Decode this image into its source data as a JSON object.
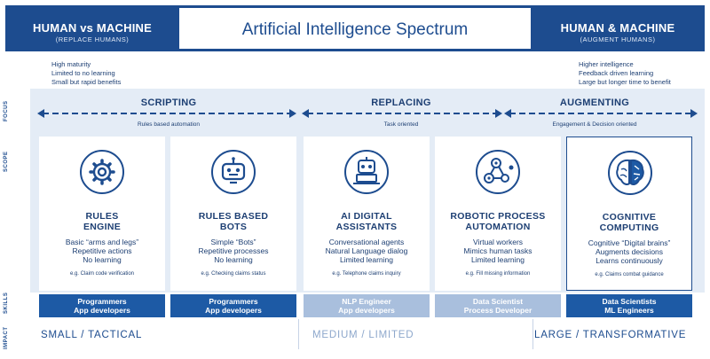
{
  "header": {
    "left_title": "HUMAN vs MACHINE",
    "left_sub": "(REPLACE HUMANS)",
    "center_title": "Artificial Intelligence Spectrum",
    "right_title": "HUMAN & MACHINE",
    "right_sub": "(AUGMENT HUMANS)"
  },
  "benefits_left": [
    "High maturity",
    "Limited to no learning",
    "Small but rapid benefits"
  ],
  "benefits_right": [
    "Higher intelligence",
    "Feedback driven learning",
    "Large but longer time to benefit"
  ],
  "side_labels": {
    "focus": "FOCUS",
    "scope": "SCOPE",
    "skills": "SKILLS",
    "impact": "IMPACT"
  },
  "phases": [
    {
      "name": "SCRIPTING",
      "sub": "Rules based automation"
    },
    {
      "name": "REPLACING",
      "sub": "Task oriented"
    },
    {
      "name": "AUGMENTING",
      "sub": "Engagement & Decision oriented"
    }
  ],
  "cards": [
    {
      "icon": "gear-icon",
      "title": [
        "RULES",
        "ENGINE"
      ],
      "desc": [
        "Basic “arms and legs”",
        "Repetitive actions",
        "No learning"
      ],
      "eg": "e.g. Claim code verification",
      "skills": [
        "Programmers",
        "App developers"
      ]
    },
    {
      "icon": "bot-icon",
      "title": [
        "RULES BASED",
        "BOTS"
      ],
      "desc": [
        "Simple “Bots”",
        "Repetitive processes",
        "No learning"
      ],
      "eg": "e.g. Checking claims status",
      "skills": [
        "Programmers",
        "App developers"
      ]
    },
    {
      "icon": "robot-laptop-icon",
      "title": [
        "AI DIGITAL",
        "ASSISTANTS"
      ],
      "desc": [
        "Conversational agents",
        "Natural Language dialog",
        "Limited learning"
      ],
      "eg": "e.g. Telephone claims inquiry",
      "skills": [
        "NLP Engineer",
        "App developers"
      ]
    },
    {
      "icon": "gears-network-icon",
      "title": [
        "ROBOTIC PROCESS",
        "AUTOMATION"
      ],
      "desc": [
        "Virtual workers",
        "Mimics human tasks",
        "Limited learning"
      ],
      "eg": "e.g. Fill missing information",
      "skills": [
        "Data Scientist",
        "Process Developer"
      ]
    },
    {
      "icon": "brain-icon",
      "title": [
        "COGNITIVE",
        "COMPUTING"
      ],
      "desc": [
        "Cognitive “Digital brains”",
        "Augments decisions",
        "Learns continuously"
      ],
      "eg": "e.g. Claims combat guidance",
      "skills": [
        "Data Scientists",
        "ML Engineers"
      ]
    }
  ],
  "impact": [
    "SMALL / TACTICAL",
    "MEDIUM / LIMITED",
    "LARGE / TRANSFORMATIVE"
  ],
  "colors": {
    "primary": "#1d4c8f",
    "skill_dark": "#1d5aa5",
    "skill_light": "#a9bfdd",
    "band": "#e4ecf6"
  }
}
